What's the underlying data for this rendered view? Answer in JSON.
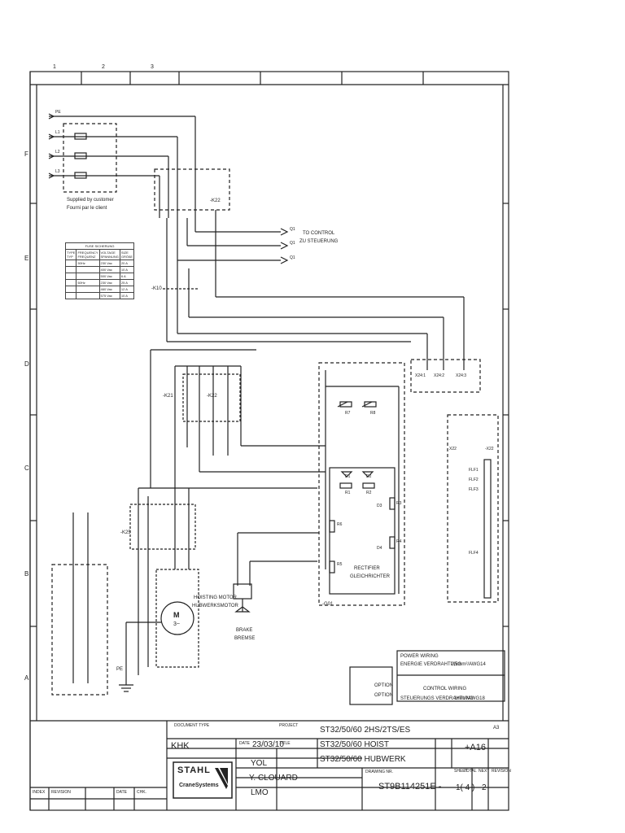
{
  "grid": {
    "columns": [
      "1",
      "2",
      "3"
    ],
    "rows": [
      "F",
      "E",
      "D",
      "C",
      "B",
      "A"
    ]
  },
  "supply": {
    "inputs": [
      "PE",
      "L1",
      "L2",
      "L3"
    ],
    "note_line1": "Supplied by customer",
    "note_line2": "Fourni par le client",
    "connector": "-K22"
  },
  "control_out": {
    "terminals": [
      "Q1",
      "Q1",
      "Q1"
    ],
    "label_line1": "TO CONTROL",
    "label_line2": "ZU STEUERUNG"
  },
  "fuse_table": {
    "title1": "FUSE",
    "title2": "SICHERUNG",
    "headers": [
      "TYPE TYP",
      "FREQUENCY FREQUENZ",
      "VOLTAGE SPANNUNG",
      "SIZE GRÖßE"
    ],
    "rows": [
      [
        "",
        "50Hz",
        "230 Vac",
        "20 A"
      ],
      [
        "",
        "",
        "400 Vac",
        "10 A"
      ],
      [
        "",
        "",
        "500 Vac",
        "6 A"
      ],
      [
        "",
        "60Hz",
        "230 Vac",
        "25 A"
      ],
      [
        "",
        "",
        "460 Vac",
        "12 A"
      ],
      [
        "",
        "",
        "575 Vac",
        "10 A"
      ]
    ]
  },
  "components": {
    "k10": "-K10",
    "k21": "-K21",
    "k22": "-K22",
    "k25": "-K25",
    "r7": "R7",
    "r8": "R8",
    "r1": "R1",
    "r2": "R2",
    "r3": "R3",
    "r4": "R4",
    "r5": "R5",
    "r6": "R6",
    "d1": "D1",
    "d2": "D2",
    "d3": "D3",
    "d4": "D4",
    "rectifier_line1": "RECTIFIER",
    "rectifier_line2": "GLEICHRICHTER",
    "g01": "-G01",
    "motor_label_line1": "HOISTING MOTOR",
    "motor_label_line2": "HUBWERKSMOTOR",
    "motor_symbol": "M",
    "motor_phase": "3~",
    "brake_line1": "BRAKE",
    "brake_line2": "BREMSE",
    "pe": "PE",
    "terminals_x24": [
      "X24:1",
      "X24:2",
      "X24:3"
    ],
    "x22_left": "X22",
    "x22_right": "-X22",
    "x22_pins": [
      "FLF1",
      "FLF2",
      "FLF3",
      "FLF4"
    ]
  },
  "legend": {
    "power_line1": "POWER WIRING",
    "power_line2": "ENERGIE VERDRAHTUNG",
    "power_size": "2,5mm²/AWG14",
    "control_line1": "CONTROL WIRING",
    "control_line2": "STEUERUNGS VERDRAHTUNG",
    "control_size": "1mm²/AWG18",
    "option_line1": "OPTION",
    "option_line2": "OPTION"
  },
  "title_block": {
    "project": "ST32/50/60 2HS/2TS/ES",
    "title1": "ST32/50/60 HOIST",
    "title2": "ST32/50/60 HUBWERK",
    "drawn_by": "KHK",
    "date": "23/03/10",
    "checked": "YOL",
    "approved": "Y. CLOUARD",
    "modified": "LMO",
    "drawing_no": "ST9B114251E -",
    "code": "+A16",
    "sheet": "1( 4 )",
    "next": "2",
    "format": "A3",
    "brand": "STAHL",
    "brand_sub": "CraneSystems",
    "lbl_doc_type": "DOCUMENT TYPE",
    "lbl_project": "PROJECT",
    "lbl_title": "TITLE",
    "lbl_date": "DATE",
    "lbl_drawing": "DRAWING NR.",
    "lbl_sheet": "SHEET",
    "lbl_total": "TOTAL",
    "lbl_next": "NEXT",
    "lbl_revision": "REVISION",
    "lbl_rev_row1": "INDEX",
    "lbl_rev_row2": "REVISION",
    "lbl_rev_row3": "DATE",
    "lbl_rev_row4": "CHK."
  }
}
